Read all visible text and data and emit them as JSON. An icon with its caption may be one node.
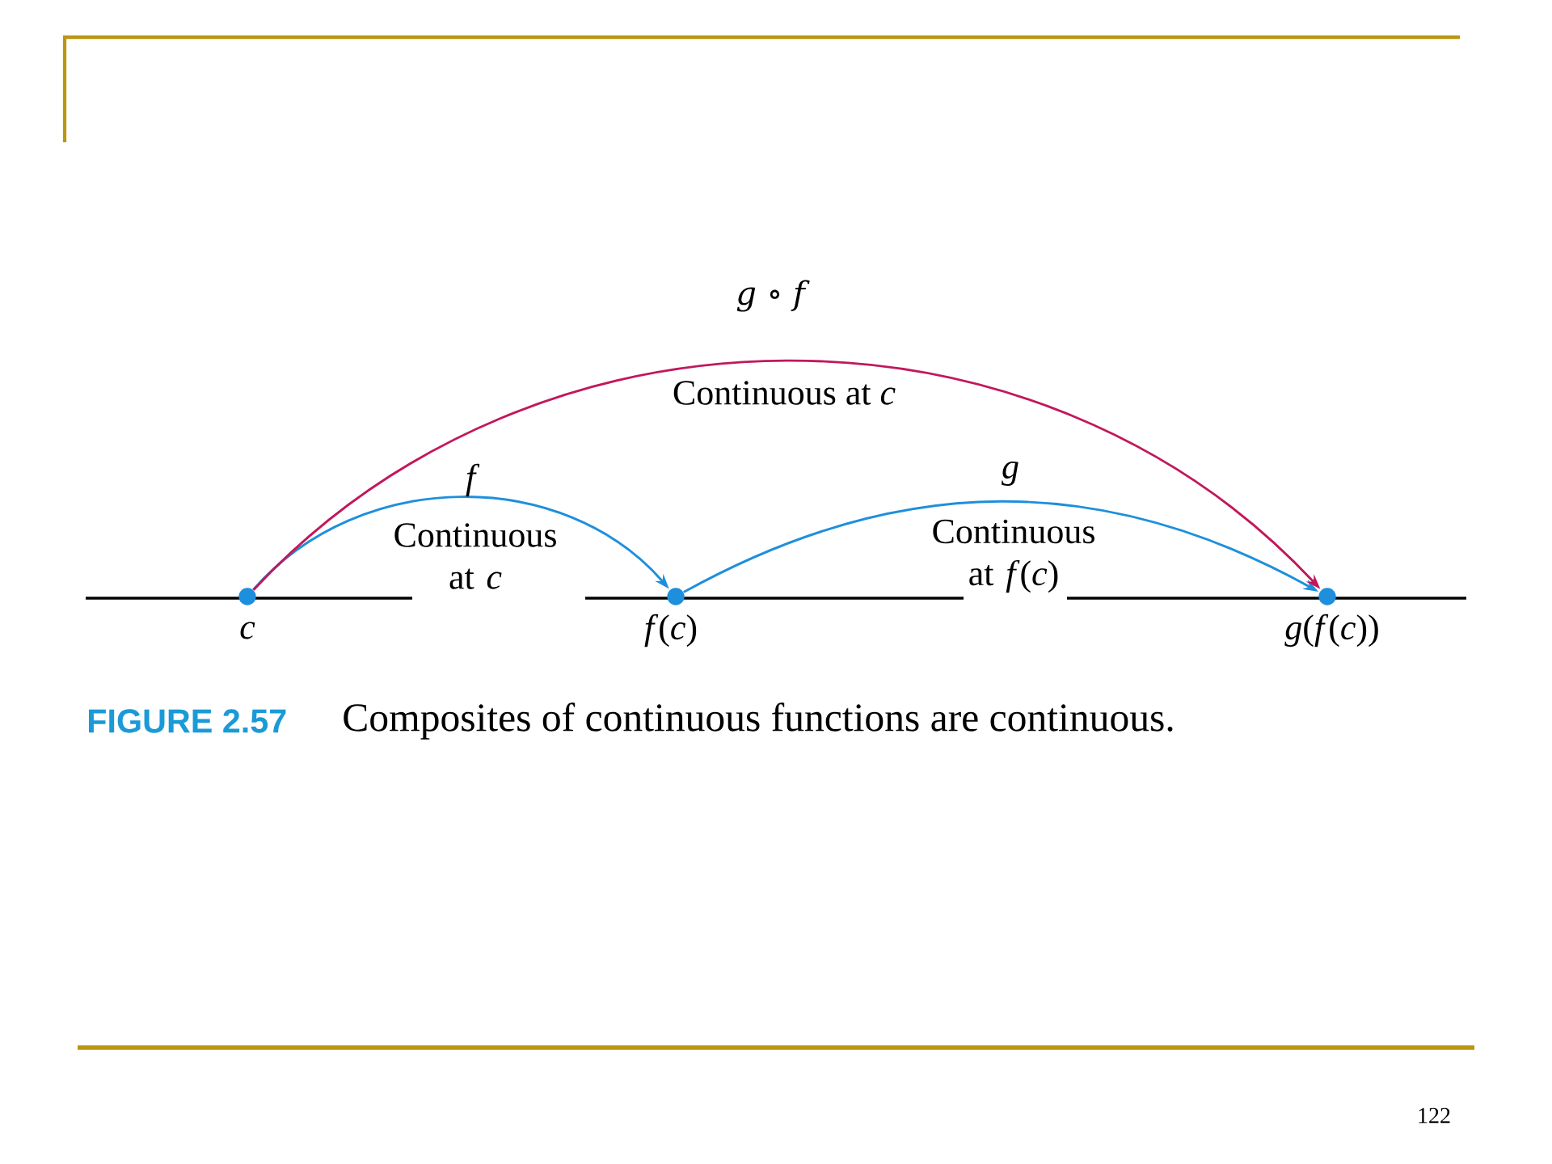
{
  "diagram": {
    "caption": "Composites of continuous functions are continuous.",
    "nodes": [
      {
        "text": [],
        "shape": "circle",
        "beside": [
          "c"
        ]
      },
      {
        "text": [],
        "shape": "circle",
        "beside": [
          "*f*(*c*)"
        ]
      },
      {
        "text": [],
        "shape": "circle",
        "beside": [
          "*g*(*f*(*c*))"
        ]
      }
    ],
    "edges": [
      {
        "from": 0,
        "to": 1,
        "arrow": "to",
        "label": "f"
      },
      {
        "from": 1,
        "to": 2,
        "arrow": "to",
        "label": "g"
      },
      {
        "from": 0,
        "to": 2,
        "arrow": "to",
        "label": "*g* ∘ *f*",
        "color": "#c2185b"
      }
    ],
    "labels": [
      "Continuous at *c*",
      "Continuous at *c*",
      "Continuous at *f*(*c*)",
      "FIGURE 2.57",
      "122"
    ]
  }
}
